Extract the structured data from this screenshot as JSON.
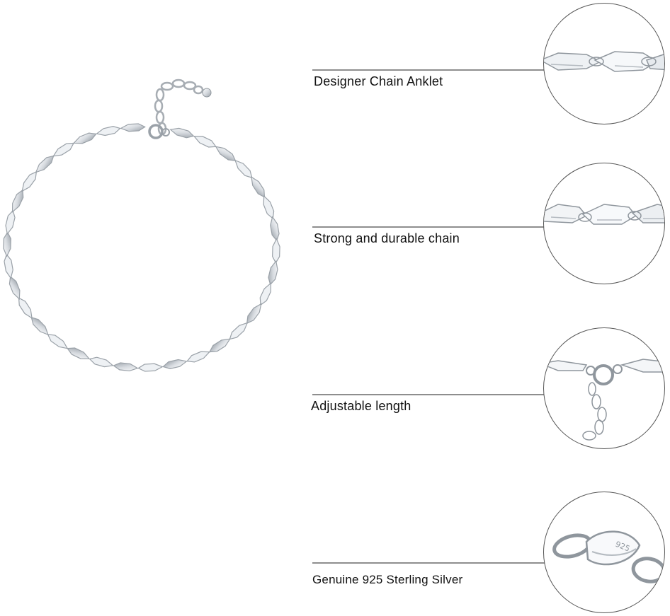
{
  "colors": {
    "background": "#ffffff",
    "line": "#8e8e8e",
    "circle_border": "#555555",
    "silver": "#c9ced3",
    "silver_dark": "#8f969d",
    "silver_light": "#f4f6f8"
  },
  "features": [
    {
      "label": "Designer Chain Anklet",
      "detail": "chain-link-closeup"
    },
    {
      "label": "Strong and durable chain",
      "detail": "chain-link-closeup"
    },
    {
      "label": "Adjustable length",
      "detail": "clasp-extender-closeup"
    },
    {
      "label": "Genuine 925 Sterling Silver",
      "detail": "925-stamp-closeup",
      "stamp": "925"
    }
  ]
}
